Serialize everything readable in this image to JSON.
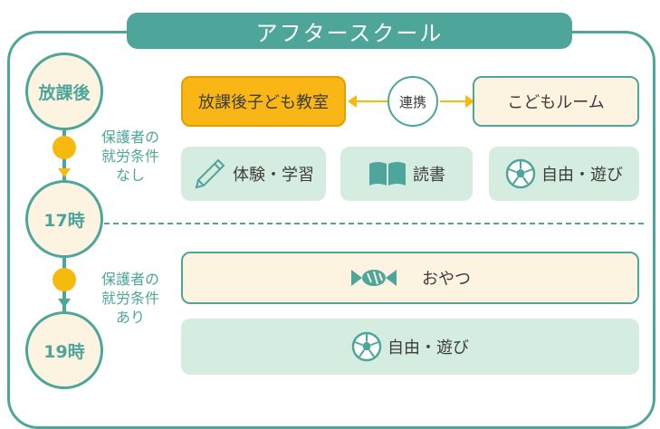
{
  "title": "アフタースクール",
  "timeline": {
    "start": "放課後",
    "mid": "17時",
    "end": "19時",
    "cond_no": "保護者の\n就労条件\nなし",
    "cond_yes": "保護者の\n就労条件\nあり"
  },
  "programs": {
    "classroom": "放課後子ども教室",
    "link": "連携",
    "room": "こどもルーム"
  },
  "activities_before": [
    {
      "label": "体験・学習",
      "icon": "pencil-icon"
    },
    {
      "label": "読書",
      "icon": "book-icon"
    },
    {
      "label": "自由・遊び",
      "icon": "soccer-ball-icon"
    }
  ],
  "activities_after": {
    "snack": {
      "label": "おやつ",
      "icon": "candy-icon"
    },
    "play": {
      "label": "自由・遊び",
      "icon": "soccer-ball-icon"
    }
  },
  "colors": {
    "teal": "#4ea59a",
    "orange": "#f9b615",
    "cream": "#fcf3e1",
    "mint": "#d5ede0"
  }
}
